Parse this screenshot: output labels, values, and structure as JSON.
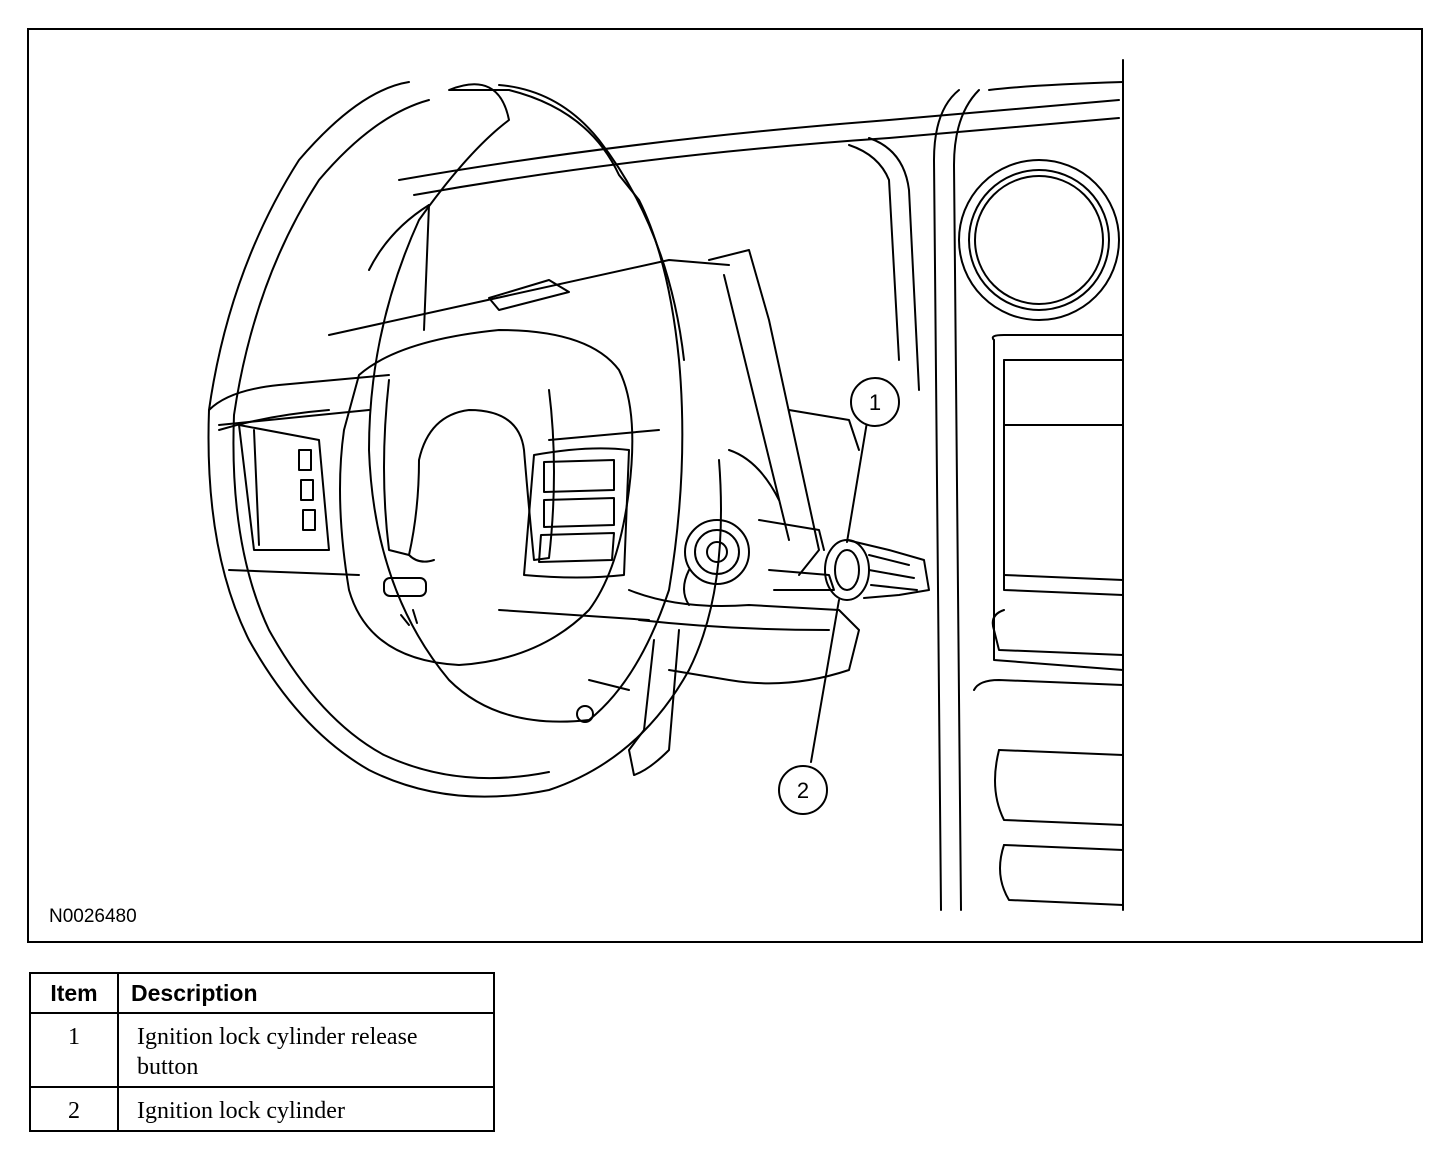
{
  "figure": {
    "id": "N0026480",
    "callouts": [
      "1",
      "2"
    ]
  },
  "legend": {
    "headers": {
      "item": "Item",
      "description": "Description"
    },
    "rows": [
      {
        "item": "1",
        "description": "Ignition lock cylinder release button"
      },
      {
        "item": "2",
        "description": "Ignition lock cylinder"
      }
    ]
  }
}
